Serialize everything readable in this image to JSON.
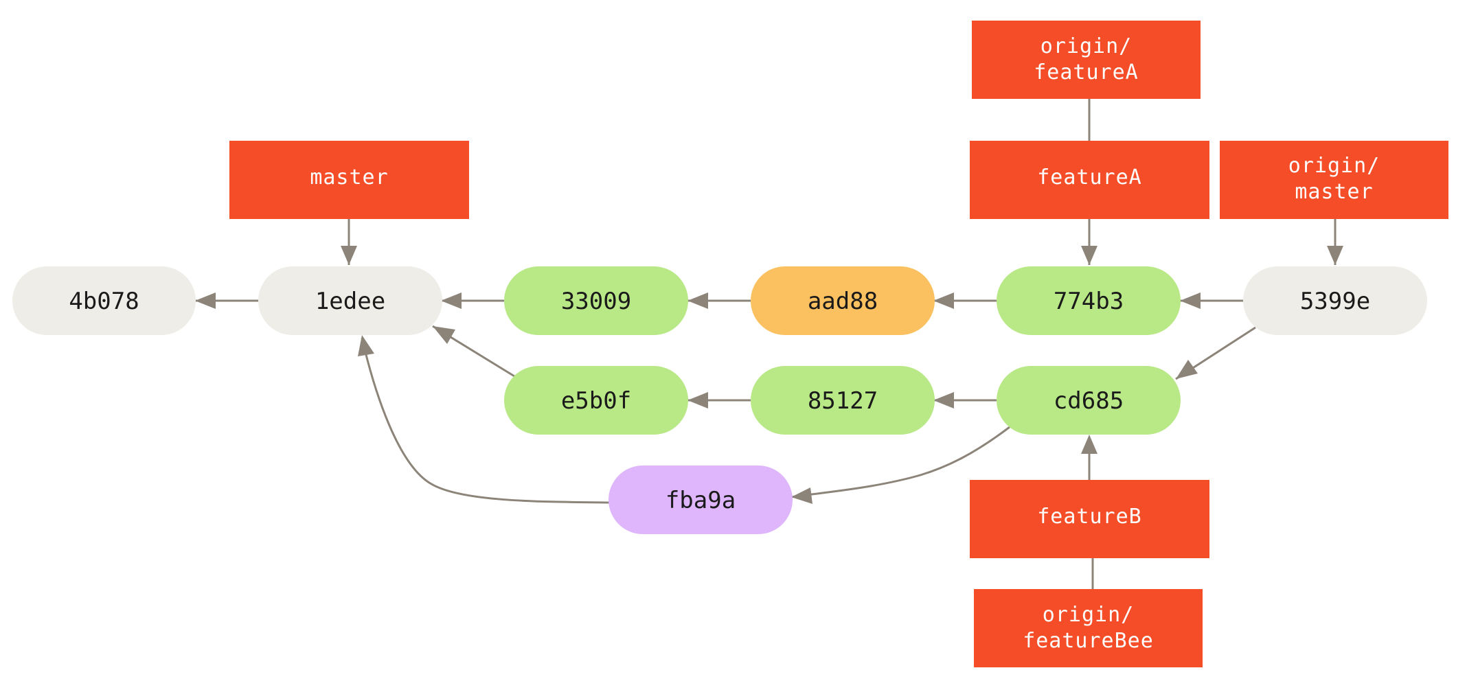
{
  "colors": {
    "ref": "#f44d27",
    "commit_base": "#efede7",
    "commit_green": "#b9e887",
    "commit_orange": "#fbc160",
    "commit_purple": "#dfb6fb",
    "edge": "#8c8479"
  },
  "commits": {
    "c4b078": {
      "label": "4b078",
      "color": "commit_base"
    },
    "c1edee": {
      "label": "1edee",
      "color": "commit_base"
    },
    "c33009": {
      "label": "33009",
      "color": "commit_green"
    },
    "caad88": {
      "label": "aad88",
      "color": "commit_orange"
    },
    "c774b3": {
      "label": "774b3",
      "color": "commit_green"
    },
    "c5399e": {
      "label": "5399e",
      "color": "commit_base"
    },
    "ce5b0f": {
      "label": "e5b0f",
      "color": "commit_green"
    },
    "c85127": {
      "label": "85127",
      "color": "commit_green"
    },
    "ccd685": {
      "label": "cd685",
      "color": "commit_green"
    },
    "cfba9a": {
      "label": "fba9a",
      "color": "commit_purple"
    }
  },
  "refs": {
    "master": {
      "lines": [
        "master"
      ]
    },
    "origin_featureA": {
      "lines": [
        "origin/",
        "featureA"
      ]
    },
    "featureA": {
      "lines": [
        "featureA"
      ]
    },
    "origin_master": {
      "lines": [
        "origin/",
        "master"
      ]
    },
    "featureB": {
      "lines": [
        "featureB"
      ]
    },
    "origin_featureBee": {
      "lines": [
        "origin/",
        "featureBee"
      ]
    }
  }
}
